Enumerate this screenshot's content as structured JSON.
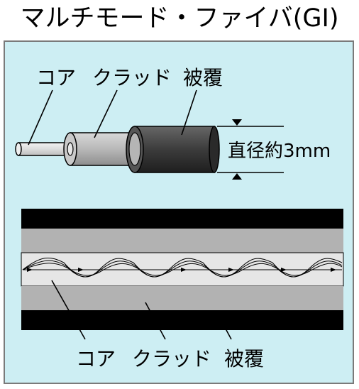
{
  "title": "マルチモード・ファイバ(GI)",
  "cable_labels": {
    "core": "コア",
    "cladding": "クラッド",
    "jacket": "被覆",
    "diameter": "直径約3mm"
  },
  "cross_section_labels": {
    "core": "コア",
    "cladding": "クラッド",
    "jacket": "被覆"
  },
  "colors": {
    "panel_bg": "#cdeef3",
    "core": "#e6e6e6",
    "cladding": "#b4b4b4",
    "jacket": "#3a3a3a"
  }
}
